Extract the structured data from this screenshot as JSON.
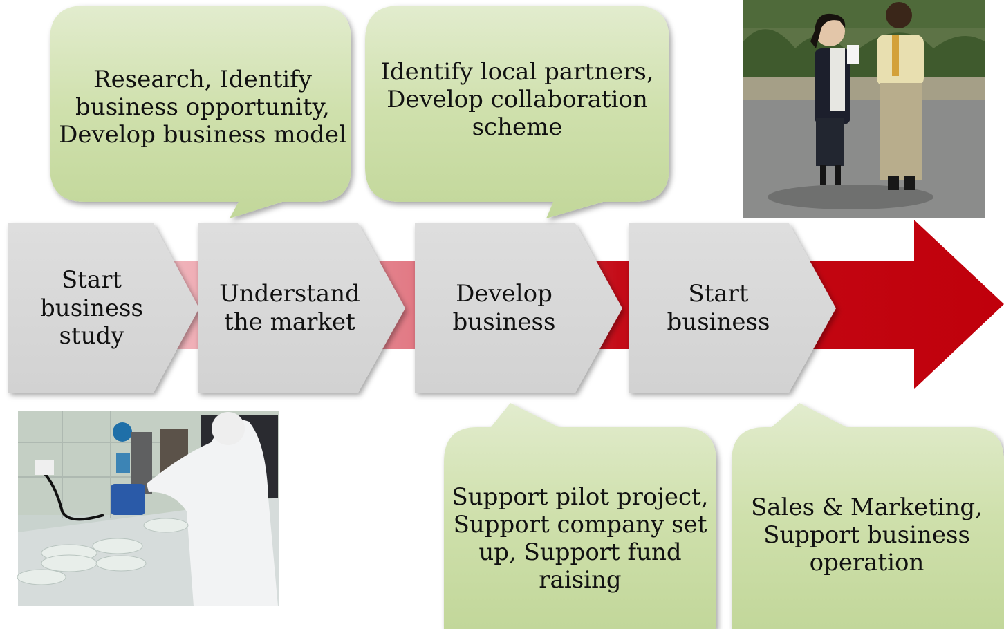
{
  "steps": [
    {
      "label": "Start business study"
    },
    {
      "label": "Understand the market"
    },
    {
      "label": "Develop business"
    },
    {
      "label": "Start business"
    }
  ],
  "callouts": {
    "research": "Research, Identify business opportunity, Develop business model",
    "partners": "Identify local partners, Develop collaboration scheme",
    "pilot": "Support pilot project, Support company set up, Support fund raising",
    "sales": "Sales & Marketing, Support business operation"
  },
  "photos": {
    "meeting": "photo-meeting",
    "lab": "photo-lab"
  },
  "colors": {
    "arrow": "#c0000b",
    "step_fill": "#d9d9d9",
    "callout_fill": "#c6d9a0",
    "callout_fill_light": "#dde8c4"
  }
}
